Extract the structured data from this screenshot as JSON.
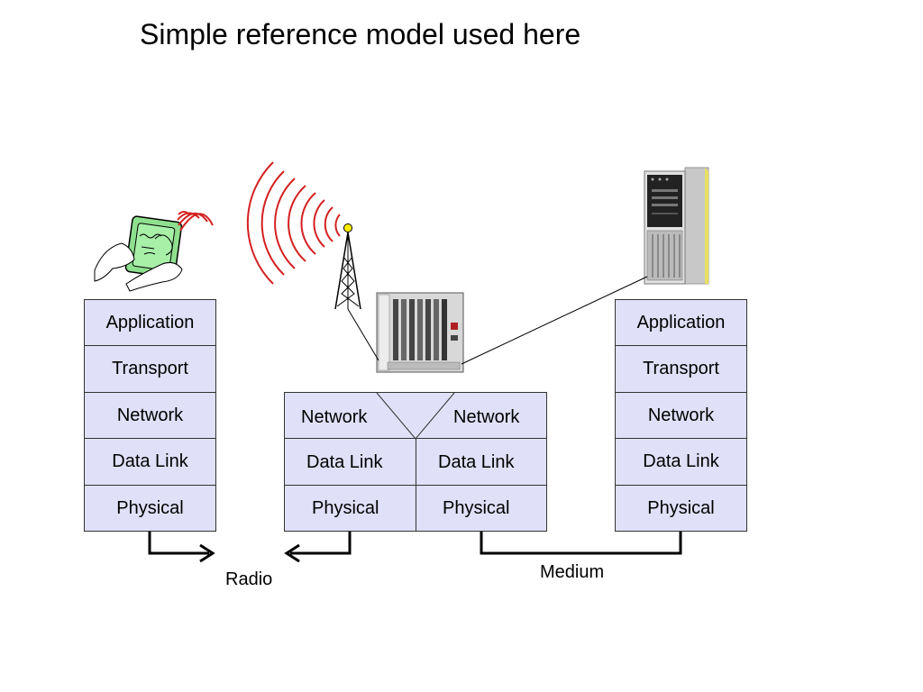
{
  "title": "Simple reference model used here",
  "left_stack": [
    "Application",
    "Transport",
    "Network",
    "Data Link",
    "Physical"
  ],
  "right_stack": [
    "Application",
    "Transport",
    "Network",
    "Data Link",
    "Physical"
  ],
  "router": {
    "left": [
      "Network",
      "Data Link",
      "Physical"
    ],
    "right": [
      "Network",
      "Data Link",
      "Physical"
    ]
  },
  "labels": {
    "radio": "Radio",
    "medium": "Medium"
  },
  "colors": {
    "layer_fill": "#e0e0f8",
    "radio_waves": "#d42020",
    "tablet": "#8ee08e"
  },
  "icons": [
    "tablet-device-icon",
    "radio-tower-icon",
    "router-rack-icon",
    "server-tower-icon"
  ]
}
